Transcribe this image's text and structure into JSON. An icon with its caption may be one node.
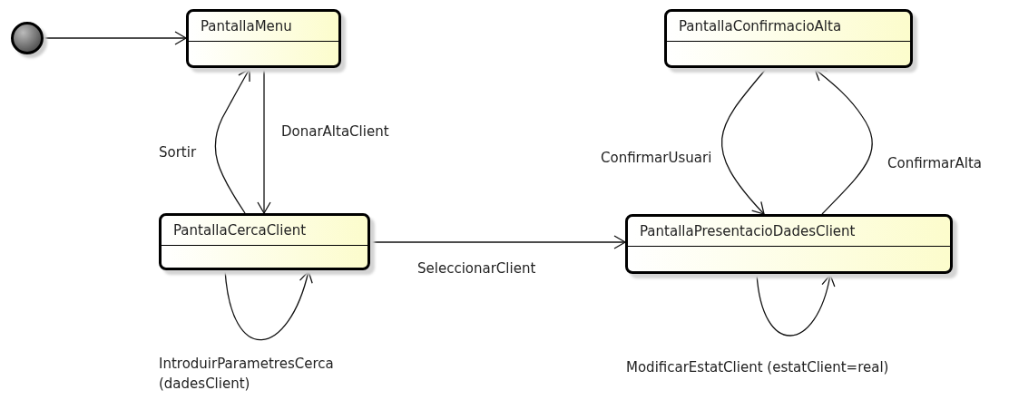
{
  "diagram": {
    "nodes": [
      {
        "text": [],
        "shape": "circle"
      },
      {
        "text": [
          "PantallaMenu"
        ]
      },
      {
        "text": [
          "PantallaCercaClient"
        ]
      },
      {
        "text": [
          "PantallaConfirmacioAlta"
        ]
      },
      {
        "text": [
          "PantallaPresentacioDadesClient"
        ]
      }
    ],
    "edges": [
      {
        "from": 0,
        "to": 1,
        "arrow": "to"
      },
      {
        "from": 1,
        "to": 2,
        "arrow": "to",
        "label": "DonarAltaClient"
      },
      {
        "from": 2,
        "to": 1,
        "arrow": "to",
        "label": "Sortir"
      },
      {
        "from": 2,
        "to": 2,
        "arrow": "to",
        "label": "IntroduirParametresCerca (dadesClient)"
      },
      {
        "from": 2,
        "to": 4,
        "arrow": "to",
        "label": "SeleccionarClient"
      },
      {
        "from": 3,
        "to": 4,
        "arrow": "to",
        "label": "ConfirmarUsuari"
      },
      {
        "from": 4,
        "to": 3,
        "arrow": "to",
        "label": "ConfirmarAlta"
      },
      {
        "from": 4,
        "to": 4,
        "arrow": "to",
        "label": "ModificarEstatClient (estatClient=real)"
      }
    ]
  }
}
